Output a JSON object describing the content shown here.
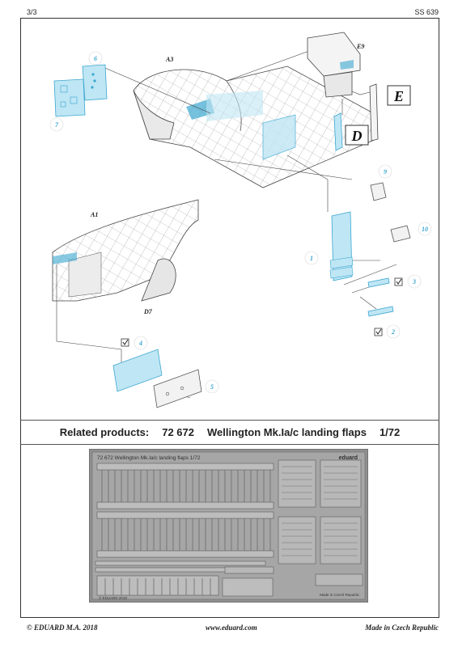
{
  "header": {
    "page": "3/3",
    "code": "SS 639"
  },
  "callouts": {
    "A3": "A3",
    "A1": "A1",
    "D7": "D7",
    "E9": "E9",
    "panel_E": "E",
    "panel_D": "D",
    "n1": "1",
    "n2": "2",
    "n3": "3",
    "n4": "4",
    "n5": "5",
    "n6": "6",
    "n7": "7",
    "n9": "9",
    "n10": "10"
  },
  "related": {
    "label": "Related products:",
    "number": "72 672",
    "name": "Wellington Mk.Ia/c  landing flaps",
    "scale": "1/72"
  },
  "fret": {
    "title": "72 672   Wellington Mk.Ia/c   landing flaps   1/72",
    "brand": "eduard",
    "copyright": "© EDUARD 2018",
    "origin": "Made in Czech Republic"
  },
  "footer": {
    "copyright": "© EDUARD  M.A. 2018",
    "website": "www.eduard.com",
    "origin": "Made in Czech Republic"
  },
  "colors": {
    "part": "#bfe6f4",
    "part_stroke": "#3aa6d0",
    "callout": "#3aa6d0",
    "fret": "#9a9a9a"
  }
}
